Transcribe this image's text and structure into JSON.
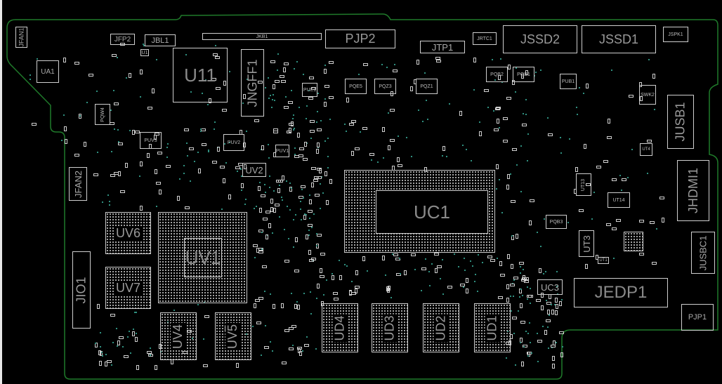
{
  "board": {
    "outline_color": "#1f7a2a",
    "silk_color": "#cfcfcf",
    "via_color": "#2f8f7f"
  },
  "components": {
    "JFAN1": "JFAN1",
    "UA1": "UA1",
    "JFP2": "JFP2",
    "JBL1": "JBL1",
    "U1": "U1",
    "U11": "U11",
    "JKB1": "JKB1",
    "JNGFF1": "JNGFF1",
    "PJP2": "PJP2",
    "JTP1": "JTP1",
    "JRTC1": "JRTC1",
    "JSSD2": "JSSD2",
    "JSSD1": "JSSD1",
    "JSPK1": "JSPK1",
    "PQW4": "PQW4",
    "PUV3": "PUV3",
    "PUV2": "PUV2",
    "PUV1": "PUV1",
    "PUE1": "PUE1",
    "UV2": "UV2",
    "PQE5": "PQE5",
    "PQZ3": "PQZ3",
    "PQZ1": "PQZ1",
    "PQB2": "PQB2",
    "PQB1": "PQB1",
    "PUB1": "PUB1",
    "SWK2": "SWK2",
    "JUSB1": "JUSB1",
    "JHDMI1": "JHDMI1",
    "JUSBC1": "JUSBC1",
    "UT13": "UT13",
    "UT14": "UT14",
    "UT4": "UT4",
    "UT3": "UT3",
    "UT1": "UT1",
    "PQB3": "PQB3",
    "UC1": "UC1",
    "UC3": "UC3",
    "JEDP1": "JEDP1",
    "PJP1": "PJP1",
    "JFAN2": "JFAN2",
    "JIO1": "JIO1",
    "UV1": "UV1",
    "UV4": "UV4",
    "UV5": "UV5",
    "UV6": "UV6",
    "UV7": "UV7",
    "UD1": "UD1",
    "UD2": "UD2",
    "UD3": "UD3",
    "UD4": "UD4"
  }
}
